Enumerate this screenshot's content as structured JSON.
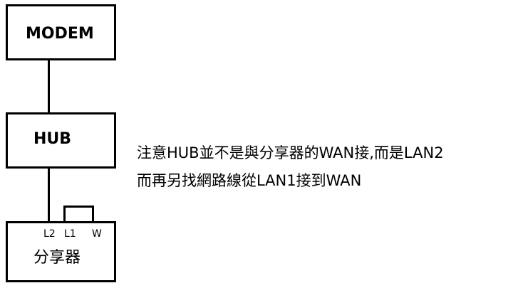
{
  "diagram": {
    "nodes": [
      {
        "id": "modem",
        "label": "MODEM"
      },
      {
        "id": "hub",
        "label": "HUB"
      },
      {
        "id": "router",
        "label": "分享器",
        "ports": [
          "L2",
          "L1",
          "W"
        ]
      }
    ],
    "edges": [
      {
        "from": "modem",
        "to": "hub"
      },
      {
        "from": "hub",
        "to": "router",
        "port": "L2"
      },
      {
        "from": "router",
        "to": "router",
        "from_port": "L1",
        "to_port": "W"
      }
    ]
  },
  "note": {
    "line1": "注意HUB並不是與分享器的WAN接,而是LAN2",
    "line2": "而再另找網路線從LAN1接到WAN"
  }
}
